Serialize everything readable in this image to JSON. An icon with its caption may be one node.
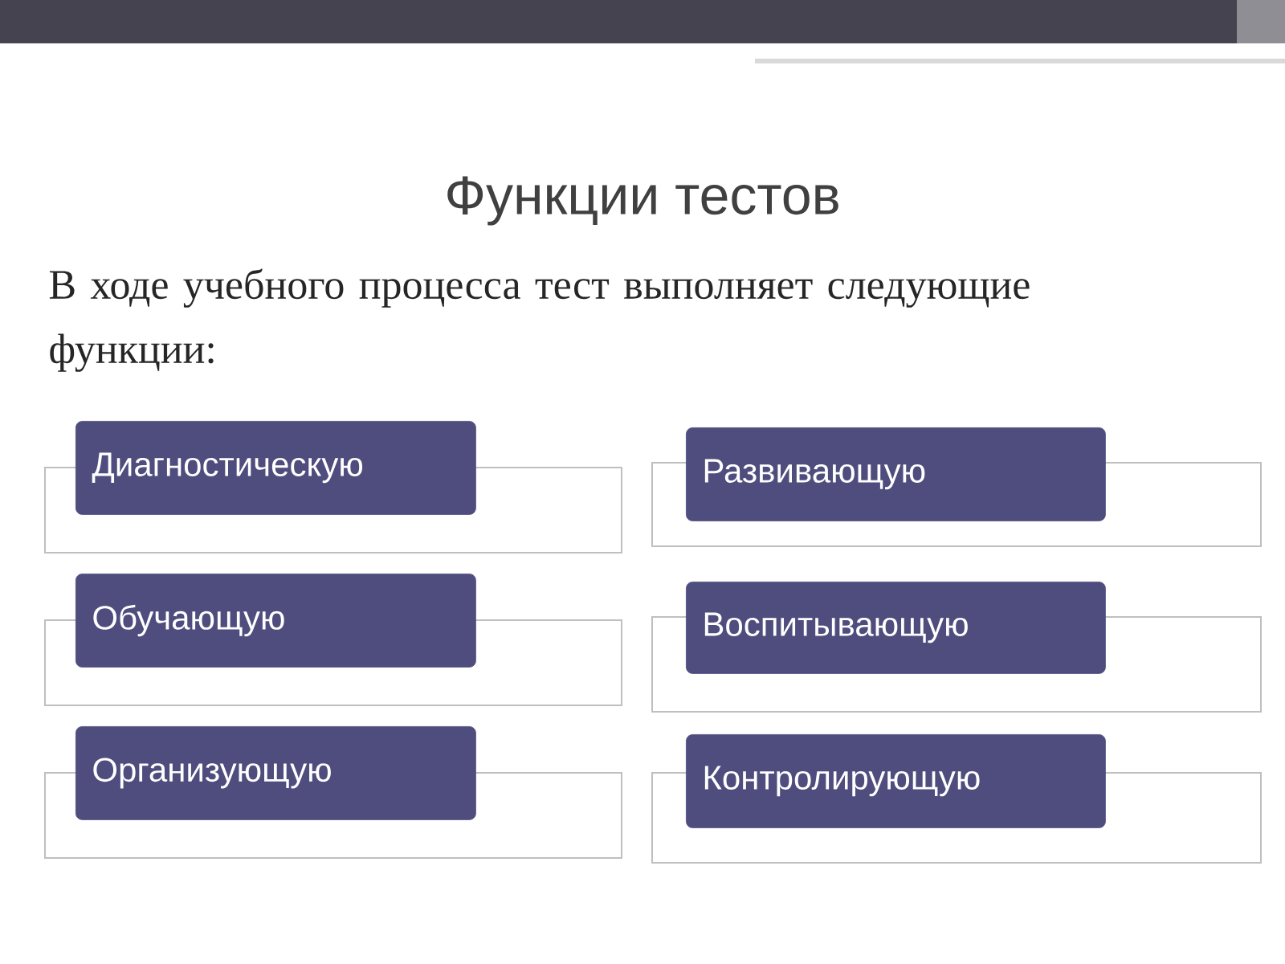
{
  "diagram": {
    "title": "Функции тестов",
    "nodes": [
      {
        "text": [
          "Диагностическую"
        ]
      },
      {
        "text": [
          "Развивающую"
        ]
      },
      {
        "text": [
          "Обучающую"
        ]
      },
      {
        "text": [
          "Воспитывающую"
        ]
      },
      {
        "text": [
          "Организующую"
        ]
      },
      {
        "text": [
          "Контролирующую"
        ]
      }
    ],
    "labels": [
      "В ходе учебного процесса тест выполняет следующие функции:"
    ]
  }
}
